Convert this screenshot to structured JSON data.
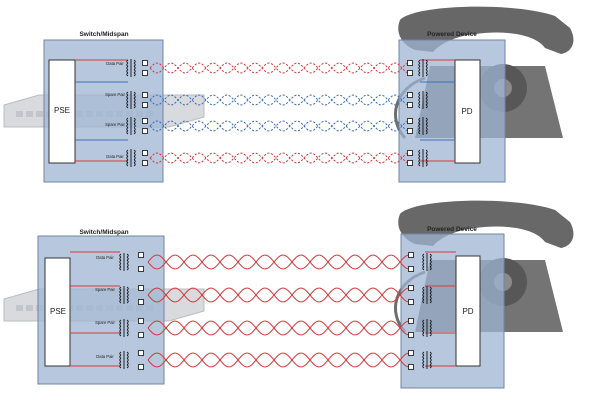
{
  "colors": {
    "pair_red": "#d63a3a",
    "pair_blue": "#3d6fb5",
    "panel_fill": "#9fb5d3",
    "panel_stroke": "#6f86a6",
    "device_gray": "#6e6e6e"
  },
  "icons": [
    "desk-phone-icon",
    "network-switch-icon",
    "transformer-icon"
  ],
  "top": {
    "switch_title": "Switch/Midspan",
    "device_title": "Powered Device",
    "pse_label": "PSE",
    "pd_label": "PD",
    "pairs": [
      {
        "label": "Data Pair",
        "color": "red"
      },
      {
        "label": "Spare Pair",
        "color": "blue"
      },
      {
        "label": "Spare Pair",
        "color": "blue"
      },
      {
        "label": "Data Pair",
        "color": "red"
      }
    ]
  },
  "bottom": {
    "switch_title": "Switch/Midspan",
    "device_title": "Powered Device",
    "pse_label": "PSE",
    "pd_label": "PD",
    "pairs": [
      {
        "label": "Data Pair",
        "color": "red"
      },
      {
        "label": "Spare Pair",
        "color": "red"
      },
      {
        "label": "Spare Pair",
        "color": "red"
      },
      {
        "label": "Data Pair",
        "color": "red"
      }
    ]
  }
}
